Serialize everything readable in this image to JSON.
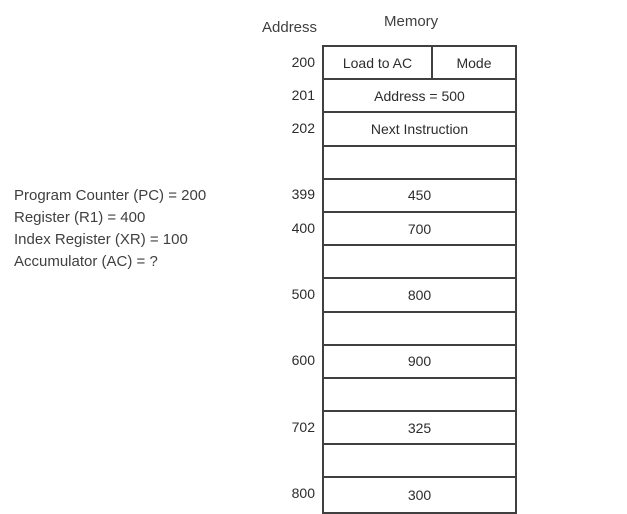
{
  "headings": {
    "address": "Address",
    "memory": "Memory"
  },
  "registers": [
    "Program Counter (PC) = 200",
    "Register (R1) = 400",
    "Index Register (XR) = 100",
    "Accumulator (AC) = ?"
  ],
  "colors": {
    "text": "#3f3f3f",
    "cell_text": "#2c2c2c",
    "border": "#404040",
    "background": "#ffffff"
  },
  "memory": {
    "rows": [
      {
        "address": "200",
        "split": true,
        "left": "Load to AC",
        "right": "Mode",
        "value": ""
      },
      {
        "address": "201",
        "split": false,
        "value": "Address = 500"
      },
      {
        "address": "202",
        "split": false,
        "value": "Next Instruction"
      },
      {
        "address": "",
        "split": false,
        "value": ""
      },
      {
        "address": "399",
        "split": false,
        "value": "450"
      },
      {
        "address": "400",
        "split": false,
        "value": "700"
      },
      {
        "address": "",
        "split": false,
        "value": ""
      },
      {
        "address": "500",
        "split": false,
        "value": "800"
      },
      {
        "address": "",
        "split": false,
        "value": ""
      },
      {
        "address": "600",
        "split": false,
        "value": "900"
      },
      {
        "address": "",
        "split": false,
        "value": ""
      },
      {
        "address": "702",
        "split": false,
        "value": "325"
      },
      {
        "address": "",
        "split": false,
        "value": ""
      },
      {
        "address": "800",
        "split": false,
        "value": "300"
      }
    ]
  }
}
